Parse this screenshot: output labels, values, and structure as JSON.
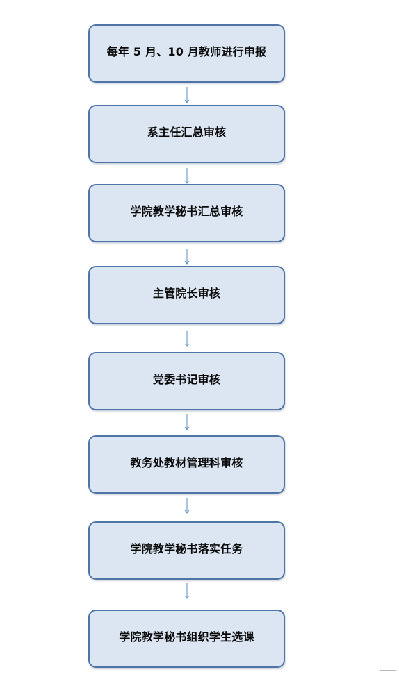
{
  "flowchart": {
    "steps": [
      {
        "label": "每年 5 月、10 月教师进行申报"
      },
      {
        "label": "系主任汇总审核"
      },
      {
        "label": "学院教学秘书汇总审核"
      },
      {
        "label": "主管院长审核"
      },
      {
        "label": "党委书记审核"
      },
      {
        "label": "教务处教材管理科审核"
      },
      {
        "label": "学院教学秘书落实任务"
      },
      {
        "label": "学院教学秘书组织学生选课"
      }
    ],
    "colors": {
      "box_fill": "#dce6f2",
      "box_border": "#4f74a6",
      "arrow": "#5b8cc4",
      "text": "#0a0a0a"
    },
    "arrow_icon": "arrow-down-icon"
  }
}
